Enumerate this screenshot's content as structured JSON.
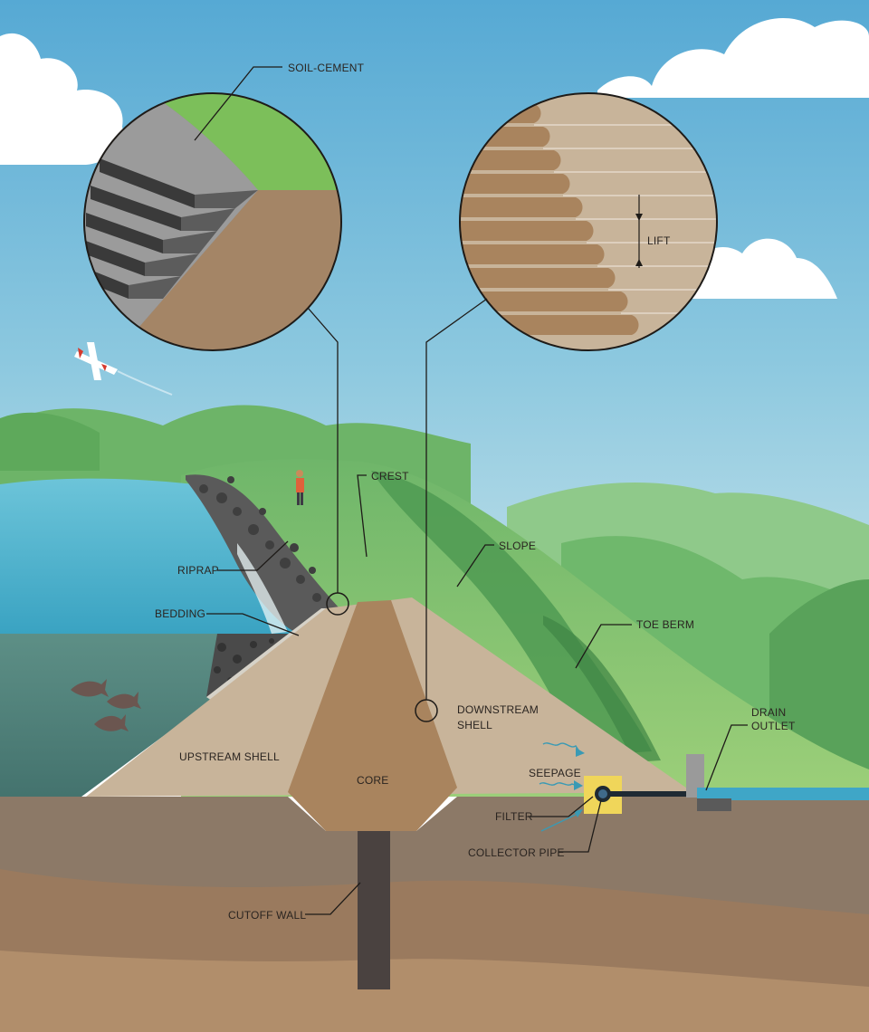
{
  "labels": {
    "soil_cement": "SOIL-CEMENT",
    "lift": "LIFT",
    "crest": "CREST",
    "slope": "SLOPE",
    "riprap": "RIPRAP",
    "bedding": "BEDDING",
    "toe_berm": "TOE BERM",
    "downstream_shell_1": "DOWNSTREAM",
    "downstream_shell_2": "SHELL",
    "drain_outlet_1": "DRAIN",
    "drain_outlet_2": "OUTLET",
    "upstream_shell": "UPSTREAM SHELL",
    "core": "CORE",
    "seepage": "SEEPAGE",
    "filter": "FILTER",
    "collector_pipe": "COLLECTOR PIPE",
    "cutoff_wall": "CUTOFF WALL"
  },
  "colors": {
    "sky_top": "#5aaed6",
    "sky_bottom": "#bfe0ea",
    "grass": "#7cbf5a",
    "hill_dark": "#4f9a52",
    "shell": "#c8b49a",
    "core": "#a9845e",
    "ground": "#8c7967",
    "water": "#4fb3cf",
    "filter": "#f0d65a"
  }
}
